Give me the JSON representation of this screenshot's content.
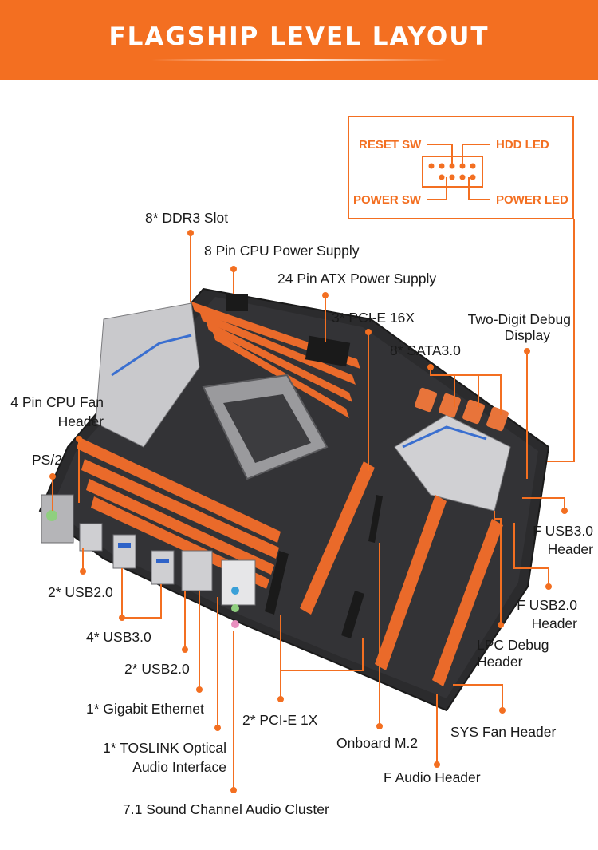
{
  "banner": {
    "title": "FLAGSHIP LEVEL LAYOUT"
  },
  "panel": {
    "reset_sw": "RESET SW",
    "hdd_led": "HDD  LED",
    "power_sw": "POWER SW",
    "power_led": "POWER LED"
  },
  "labels": {
    "ddr3": "8* DDR3 Slot",
    "cpu_power": "8 Pin CPU Power Supply",
    "atx_power": "24 Pin ATX Power Supply",
    "pcie16": "3* PCI-E 16X",
    "debug_display_1": "Two-Digit Debug",
    "debug_display_2": "Display",
    "sata": "8* SATA3.0",
    "cpu_fan_1": "4 Pin CPU Fan",
    "cpu_fan_2": "Header",
    "ps2": "PS/2",
    "usb2_a": "2* USB2.0",
    "usb3": "4* USB3.0",
    "usb2_b": "2* USB2.0",
    "ethernet": "1* Gigabit Ethernet",
    "toslink_1": "1* TOSLINK Optical",
    "toslink_2": "Audio Interface",
    "audio_cluster": "7.1 Sound Channel Audio Cluster",
    "pcie1": "2* PCI-E 1X",
    "m2": "Onboard M.2",
    "f_audio": "F Audio Header",
    "sys_fan": "SYS Fan Header",
    "lpc_1": "LPC Debug",
    "lpc_2": "Header",
    "f_usb2_1": "F USB2.0",
    "f_usb2_2": "Header",
    "f_usb3_1": "F USB3.0",
    "f_usb3_2": "Header"
  },
  "colors": {
    "accent": "#f36f21",
    "board": "#2b2b2d",
    "slot": "#ea6a2a"
  }
}
